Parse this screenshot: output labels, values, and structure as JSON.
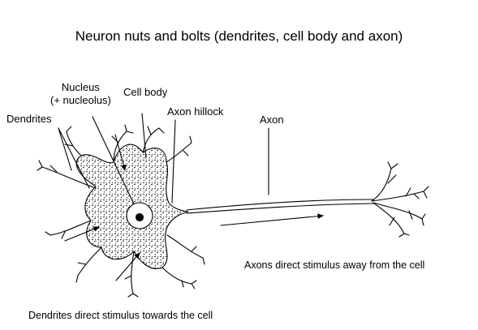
{
  "title": "Neuron nuts and bolts (dendrites, cell body and axon)",
  "labels": {
    "nucleus_line1": "Nucleus",
    "nucleus_line2": "(+ nucleolus)",
    "cell_body": "Cell body",
    "axon_hillock": "Axon hillock",
    "dendrites": "Dendrites",
    "axon": "Axon"
  },
  "captions": {
    "axons": "Axons direct stimulus away from the cell",
    "dendrites": "Dendrites direct stimulus towards the cell"
  },
  "colors": {
    "ink": "#000000",
    "background": "#ffffff"
  }
}
